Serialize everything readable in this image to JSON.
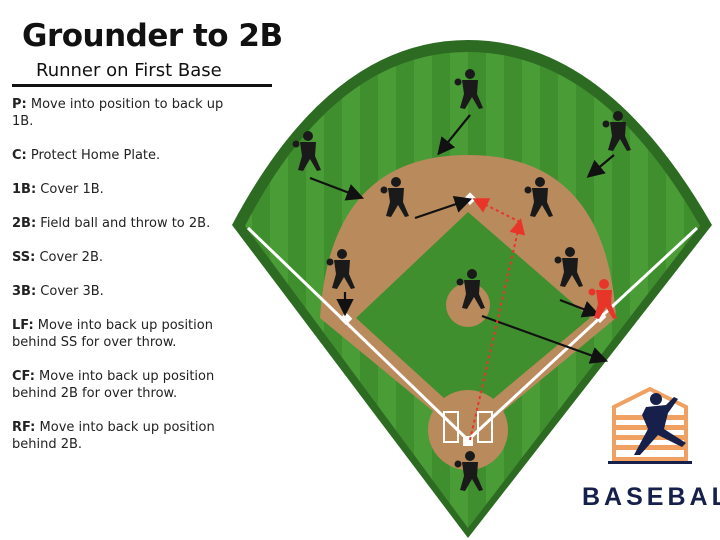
{
  "header": {
    "title": "Grounder to 2B",
    "subtitle": "Runner on First Base"
  },
  "notes": [
    {
      "pos": "P:",
      "text": " Move into position to back up 1B."
    },
    {
      "pos": "C:",
      "text": " Protect Home Plate."
    },
    {
      "pos": "1B:",
      "text": " Cover 1B."
    },
    {
      "pos": "2B:",
      "text": " Field ball and throw to 2B."
    },
    {
      "pos": "SS:",
      "text": " Cover 2B."
    },
    {
      "pos": "3B:",
      "text": " Cover 3B."
    },
    {
      "pos": "LF:",
      "text": " Move into back up position behind SS for over throw."
    },
    {
      "pos": "CF:",
      "text": " Move into back up position behind 2B for over throw."
    },
    {
      "pos": "RF:",
      "text": " Move into back up position behind 2B."
    }
  ],
  "logo": {
    "text": "BASEBALL"
  },
  "colors": {
    "grass": "#3f8f2f",
    "grass_dark": "#2d6b22",
    "dirt": "#b98a5c",
    "runner": "#e8352a",
    "throw": "#e8352a",
    "logo_orange": "#f0a060",
    "logo_navy": "#16204a"
  }
}
